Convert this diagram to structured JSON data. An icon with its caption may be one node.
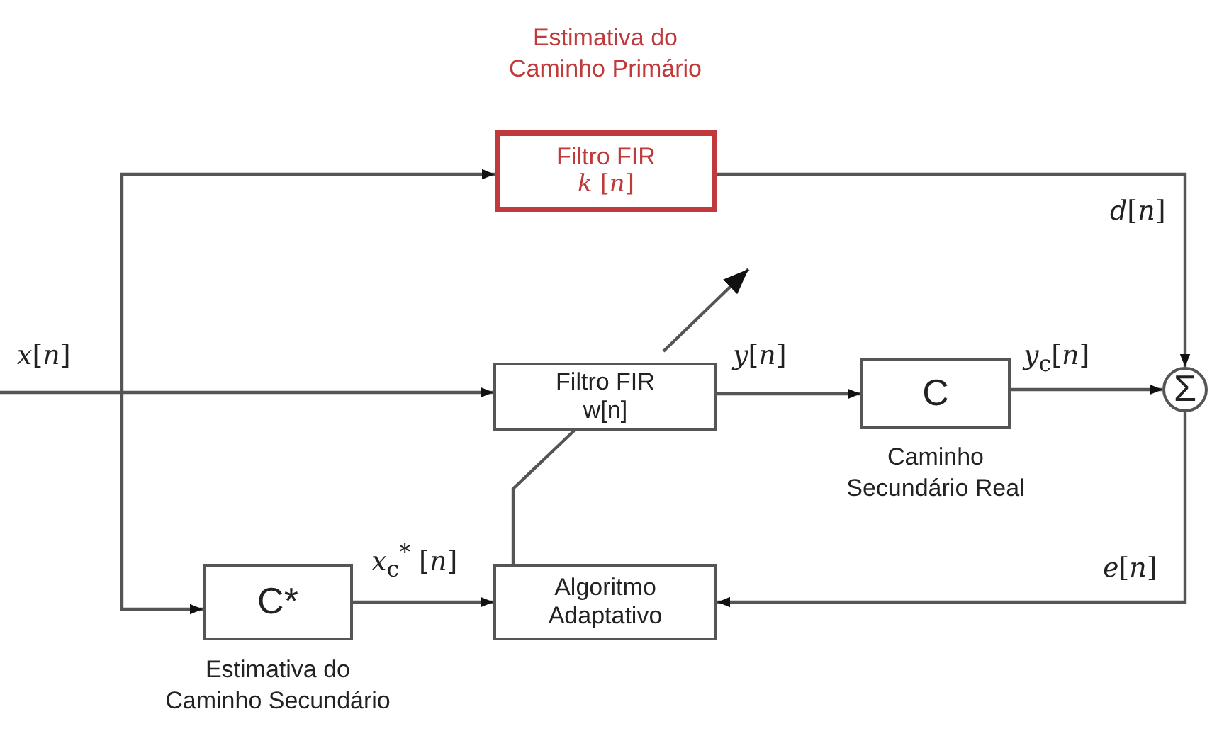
{
  "diagram": {
    "nodes": [
      {
        "text": [
          "Filtro FIR",
          "*k* [*n*]"
        ],
        "beside": [
          "Estimativa do Caminho Primário"
        ]
      },
      {
        "text": [
          "Filtro FIR",
          "w[n]"
        ]
      },
      {
        "text": [
          "C"
        ],
        "beside": [
          "Caminho Secundário Real"
        ]
      },
      {
        "text": [
          "Σ"
        ]
      },
      {
        "text": [
          "C*"
        ],
        "beside": [
          "Estimativa do Caminho Secundário"
        ]
      },
      {
        "text": [
          "Algoritmo Adaptativo"
        ]
      }
    ],
    "edges": [
      {
        "from": null,
        "to": 1,
        "arrow": "to",
        "label": "*x*[*n*]"
      },
      {
        "from": null,
        "to": 0,
        "arrow": "to"
      },
      {
        "from": null,
        "to": 4,
        "arrow": "to"
      },
      {
        "from": 0,
        "to": 3,
        "arrow": "to",
        "label": "*d*[*n*]"
      },
      {
        "from": 1,
        "to": 2,
        "arrow": "to",
        "label": "*y*[*n*]"
      },
      {
        "from": 2,
        "to": 3,
        "arrow": "to",
        "label": "*y*$_{c}$[*n*]"
      },
      {
        "from": 3,
        "to": 5,
        "arrow": "to",
        "label": "*e*[*n*]"
      },
      {
        "from": 4,
        "to": 5,
        "arrow": "to",
        "label": "*x*$_{c}$$^{*}$ [*n*]"
      },
      {
        "from": 5,
        "to": 1,
        "arrow": "none"
      }
    ]
  }
}
